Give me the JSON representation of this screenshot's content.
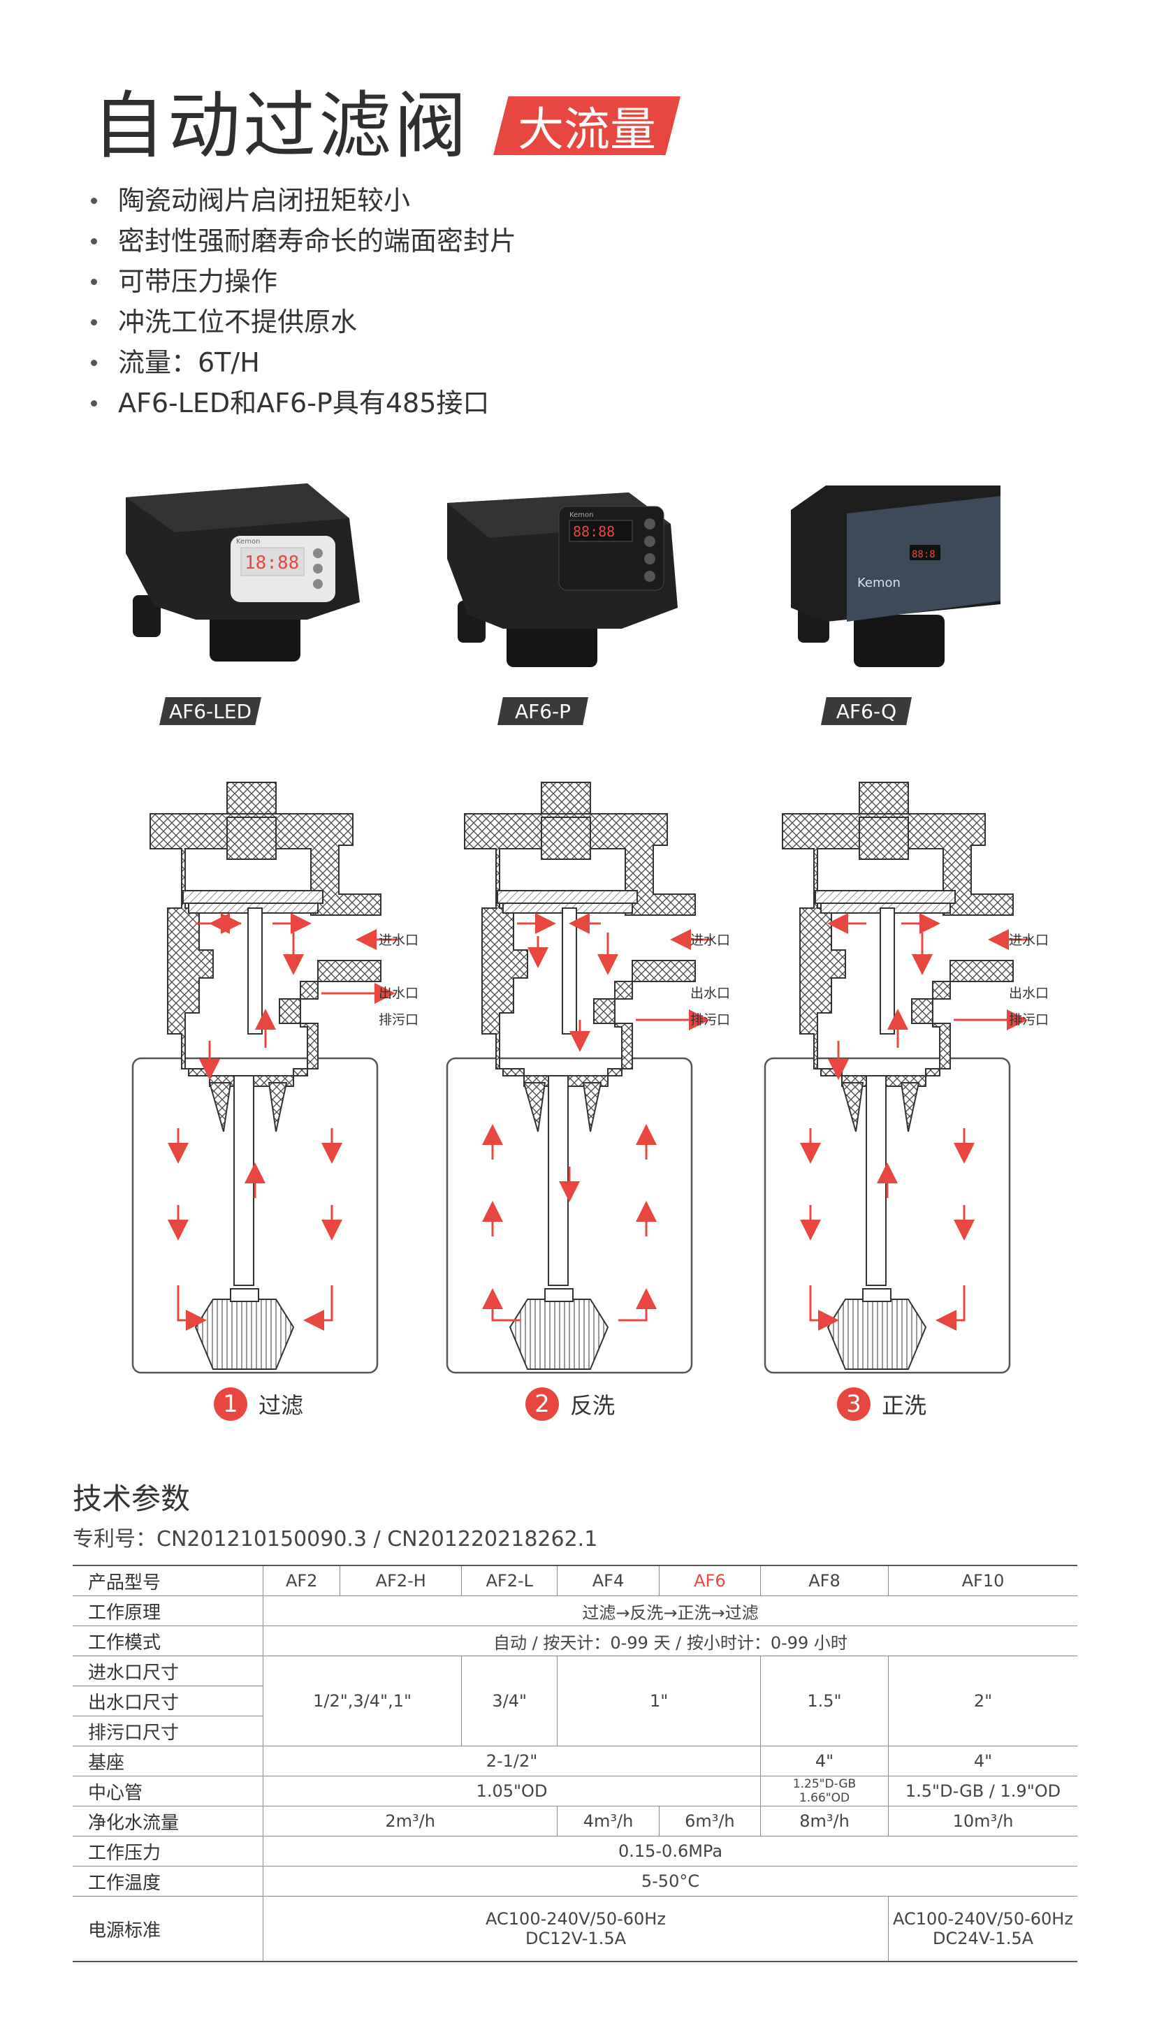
{
  "header": {
    "title": "自动过滤阀",
    "tag": "大流量"
  },
  "features": [
    "陶瓷动阀片启闭扭矩较小",
    "密封性强耐磨寿命长的端面密封片",
    "可带压力操作",
    "冲洗工位不提供原水",
    "流量：6T/H",
    "AF6-LED和AF6-P具有485接口"
  ],
  "products": [
    {
      "label": "AF6-LED",
      "display": "18:88",
      "brand": "Kemon"
    },
    {
      "label": "AF6-P",
      "display": "88:88",
      "brand": "Kemon"
    },
    {
      "label": "AF6-Q",
      "display": "88:8",
      "brand": "Kemon"
    }
  ],
  "diagrams": [
    {
      "num": "1",
      "label": "过滤"
    },
    {
      "num": "2",
      "label": "反洗"
    },
    {
      "num": "3",
      "label": "正洗"
    }
  ],
  "ports": {
    "inlet": "进水口",
    "outlet": "出水口",
    "drain": "排污口"
  },
  "colors": {
    "accent": "#e8473f",
    "hatch": "#555555",
    "dark": "#3a3a3a"
  },
  "specs": {
    "section_title": "技术参数",
    "patent": "专利号：CN201210150090.3 / CN201220218262.1",
    "rows": {
      "model": {
        "label": "产品型号",
        "values": [
          "AF2",
          "AF2-H",
          "AF2-L",
          "AF4",
          "AF6",
          "AF8",
          "AF10"
        ]
      },
      "principle": {
        "label": "工作原理",
        "value": "过滤→反洗→正洗→过滤"
      },
      "mode": {
        "label": "工作模式",
        "value": "自动 / 按天计：0-99 天 / 按小时计：0-99 小时"
      },
      "inlet": {
        "label": "进水口尺寸"
      },
      "outlet": {
        "label": "出水口尺寸"
      },
      "drain": {
        "label": "排污口尺寸"
      },
      "port_values": [
        "1/2\",3/4\",1\"",
        "3/4\"",
        "1\"",
        "1.5\"",
        "2\""
      ],
      "base": {
        "label": "基座",
        "values": [
          "2-1/2\"",
          "4\"",
          "4\""
        ]
      },
      "tube": {
        "label": "中心管",
        "values": [
          "1.05\"OD",
          "1.25\"D-GB",
          "1.66\"OD",
          "1.5\"D-GB / 1.9\"OD"
        ]
      },
      "flow": {
        "label": "净化水流量",
        "values": [
          "2m³/h",
          "4m³/h",
          "6m³/h",
          "8m³/h",
          "10m³/h"
        ]
      },
      "pressure": {
        "label": "工作压力",
        "value": "0.15-0.6MPa"
      },
      "temp": {
        "label": "工作温度",
        "value": "5-50°C"
      },
      "power": {
        "label": "电源标准",
        "values": [
          "AC100-240V/50-60Hz",
          "DC12V-1.5A",
          "AC100-240V/50-60Hz",
          "DC24V-1.5A"
        ]
      }
    }
  }
}
